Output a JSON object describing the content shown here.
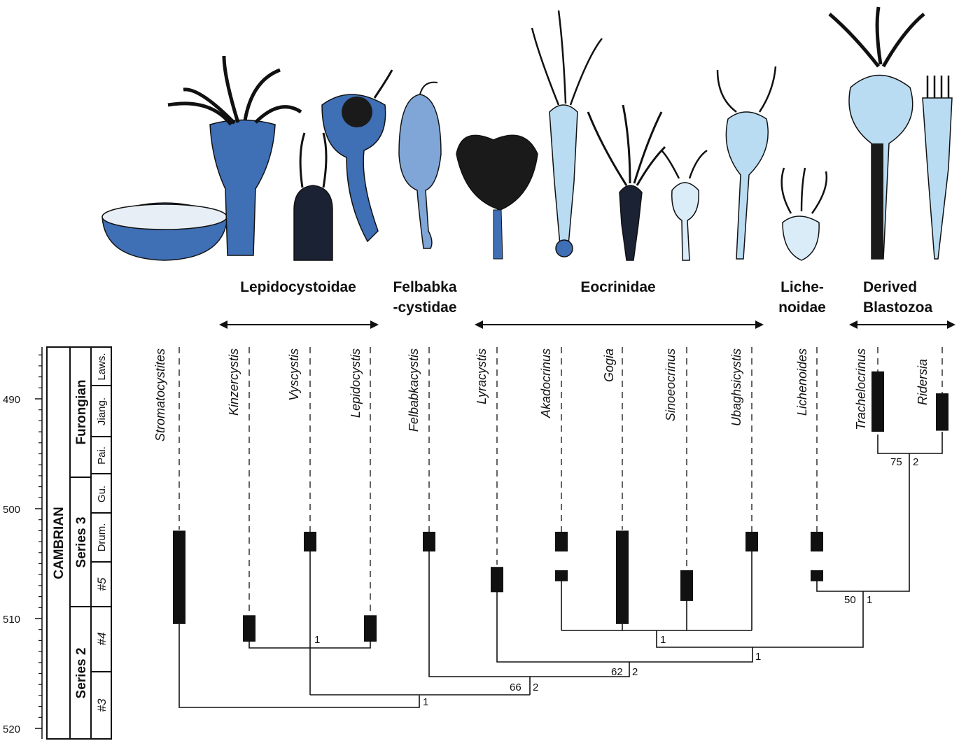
{
  "groups": {
    "lepidocystoidae": "Lepidocystoidae",
    "felbabka_1": "Felbabka",
    "felbabka_2": "-cystidae",
    "eocrinidae": "Eocrinidae",
    "lichenoidae_1": "Liche-",
    "lichenoidae_2": "noidae",
    "derived_1": "Derived",
    "derived_2": "Blastozoa"
  },
  "taxa": {
    "stromatocystites": "Stromatocystites",
    "kinzercystis": "Kinzercystis",
    "vyscystis": "Vyscystis",
    "lepidocystis": "Lepidocystis",
    "felbabkacystis": "Felbabkacystis",
    "lyracystis": "Lyracystis",
    "akadocrinus": "Akadocrinus",
    "gogia": "Gogia",
    "sinoeocrinus": "Sinoeocrinus",
    "ubaghsicystis": "Ubaghsicystis",
    "lichenoides": "Lichenoides",
    "trachelocrinus": "Trachelocrinus",
    "ridersia": "Ridersia"
  },
  "time_axis": {
    "ticks": [
      "490",
      "500",
      "510",
      "520"
    ],
    "min_ma": 485.5,
    "max_ma": 521
  },
  "stratigraphy": {
    "system": "CAMBRIAN",
    "series": {
      "furongian": "Furongian",
      "series3": "Series 3",
      "series2": "Series 2"
    },
    "stages": {
      "laws": "Laws.",
      "jiang": "Jiang.",
      "pai": "Pai.",
      "gu": "Gu.",
      "drum": "Drum.",
      "s5": "#5",
      "s4": "#4",
      "s3": "#3"
    }
  },
  "node_support": {
    "n_kinz_lep": "1",
    "n_lep_vys": "1",
    "n_felb": "66",
    "n_felb_b": "2",
    "n_lyra": "62",
    "n_lyra_b": "2",
    "n_eoc_lich": "1",
    "n_eoc_core": "1",
    "n_lich_der": "50",
    "n_lich_der_b": "1",
    "n_derived": "75",
    "n_derived_b": "2"
  },
  "taxon_ranges_ma": {
    "stromatocystites": [
      [
        502,
        510.5
      ]
    ],
    "kinzercystis": [
      [
        509.7,
        512.1
      ]
    ],
    "vyscystis": [
      [
        502.1,
        503.9
      ]
    ],
    "lepidocystis": [
      [
        509.7,
        512.1
      ]
    ],
    "felbabkacystis": [
      [
        502.1,
        503.9
      ]
    ],
    "lyracystis": [
      [
        505.3,
        507.6
      ]
    ],
    "akadocrinus": [
      [
        502.1,
        503.9
      ],
      [
        505.6,
        506.6
      ]
    ],
    "gogia": [
      [
        502,
        510.5
      ]
    ],
    "sinoeocrinus": [
      [
        505.6,
        508.4
      ]
    ],
    "ubaghsicystis": [
      [
        502.1,
        503.9
      ]
    ],
    "lichenoides": [
      [
        502.1,
        503.9
      ],
      [
        505.6,
        506.6
      ]
    ],
    "trachelocrinus": [
      [
        487.5,
        493
      ]
    ],
    "ridersia": [
      [
        489.5,
        492.9
      ]
    ]
  },
  "colors": {
    "ink": "#111111",
    "theca_blue": "#3f6fb5",
    "theca_light": "#b9dcf2",
    "theca_pale": "#d9ecf8"
  }
}
